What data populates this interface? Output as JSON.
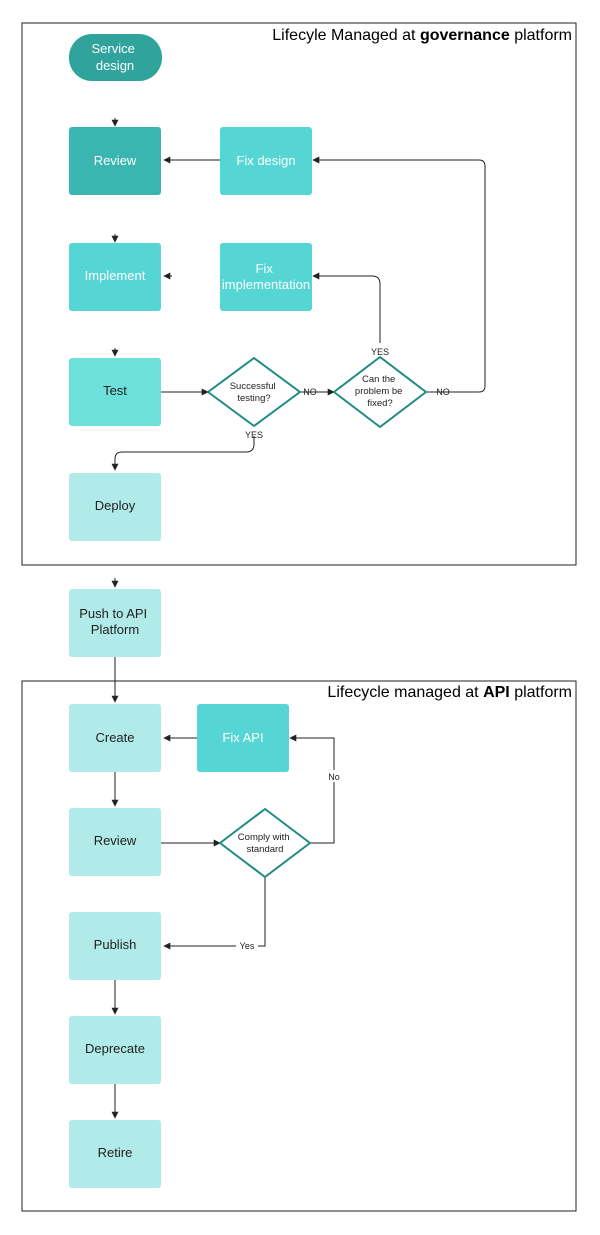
{
  "panels": {
    "governance": {
      "title_prefix": "Lifecyle Managed at ",
      "title_bold": "governance",
      "title_suffix": " platform"
    },
    "api": {
      "title_prefix": "Lifecycle managed at ",
      "title_bold": "API",
      "title_suffix": " platform"
    }
  },
  "nodes": {
    "service_design": [
      "Service",
      "design"
    ],
    "review_gov": [
      "Review"
    ],
    "fix_design": [
      "Fix design"
    ],
    "implement": [
      "Implement"
    ],
    "fix_implementation": [
      "Fix",
      "implementation"
    ],
    "test": [
      "Test"
    ],
    "successful_testing": [
      "Successful",
      "testing?"
    ],
    "can_be_fixed": [
      "Can the",
      "problem be",
      "fixed?"
    ],
    "deploy": [
      "Deploy"
    ],
    "push_to_api": [
      "Push to API",
      "Platform"
    ],
    "create": [
      "Create"
    ],
    "fix_api": [
      "Fix API"
    ],
    "review_api": [
      "Review"
    ],
    "comply": [
      "Comply with",
      "standard"
    ],
    "publish": [
      "Publish"
    ],
    "deprecate": [
      "Deprecate"
    ],
    "retire": [
      "Retire"
    ]
  },
  "edge_labels": {
    "no_1": "NO",
    "no_2": "NO",
    "yes_test": "YES",
    "yes_fix": "YES",
    "no_api": "No",
    "yes_api": "Yes"
  },
  "colors": {
    "dark_teal": "#38b2ad",
    "teal": "#55d6d4",
    "light_teal": "#6ee0dc",
    "pale_teal": "#b0ebe9",
    "diamond_stroke": "#1f8a84"
  }
}
